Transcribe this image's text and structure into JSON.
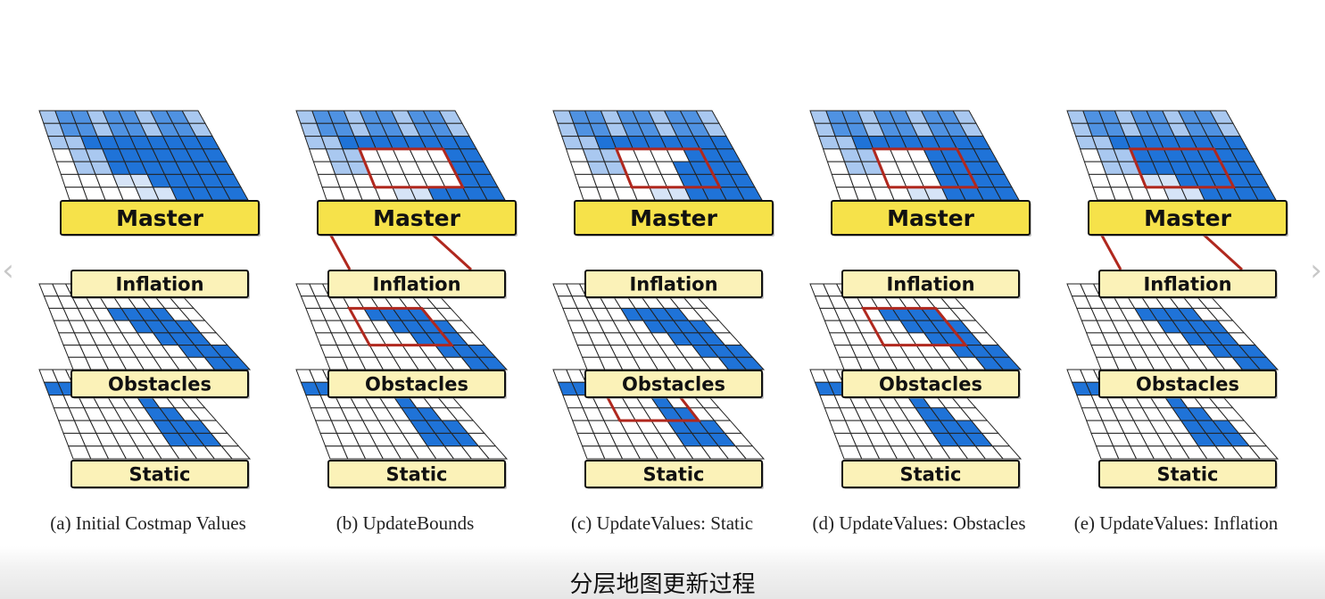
{
  "panels": [
    {
      "id": "a",
      "caption": "(a) Initial Costmap Values",
      "labels": {
        "master": "Master",
        "inflation": "Inflation",
        "obstacles": "Obstacles",
        "static": "Static"
      },
      "red_master": null,
      "red_obstacles": null,
      "red_static": null,
      "link_inflation_master": false,
      "master_mode": "full"
    },
    {
      "id": "b",
      "caption": "(b) UpdateBounds",
      "labels": {
        "master": "Master",
        "inflation": "Inflation",
        "obstacles": "Obstacles",
        "static": "Static"
      },
      "red_master": [
        3,
        3,
        8,
        6
      ],
      "red_obstacles": [
        3,
        2,
        8,
        5
      ],
      "red_static": null,
      "link_inflation_master": true,
      "master_mode": "cleared"
    },
    {
      "id": "c",
      "caption": "(c) UpdateValues: Static",
      "labels": {
        "master": "Master",
        "inflation": "Inflation",
        "obstacles": "Obstacles",
        "static": "Static"
      },
      "red_master": [
        3,
        3,
        8,
        6
      ],
      "red_obstacles": null,
      "red_static": [
        3,
        1,
        8,
        4
      ],
      "link_inflation_master": false,
      "master_mode": "static"
    },
    {
      "id": "d",
      "caption": "(d) UpdateValues: Obstacles",
      "labels": {
        "master": "Master",
        "inflation": "Inflation",
        "obstacles": "Obstacles",
        "static": "Static"
      },
      "red_master": [
        3,
        3,
        8,
        6
      ],
      "red_obstacles": [
        3,
        2,
        8,
        5
      ],
      "red_static": null,
      "link_inflation_master": false,
      "master_mode": "obstacles"
    },
    {
      "id": "e",
      "caption": "(e) UpdateValues: Inflation",
      "labels": {
        "master": "Master",
        "inflation": "Inflation",
        "obstacles": "Obstacles",
        "static": "Static"
      },
      "red_master": [
        3,
        3,
        8,
        6
      ],
      "red_obstacles": null,
      "red_static": null,
      "link_inflation_master": true,
      "master_mode": "full"
    }
  ],
  "subtitle": "分层地图更新过程",
  "navigation": {
    "prev_icon": "‹",
    "next_icon": "›"
  },
  "colors": {
    "dark_blue": "#1f73d8",
    "mid_blue": "#4f92e2",
    "light_blue": "#a9c8f0",
    "pale_blue": "#d6e4f7",
    "label_fill_master": "#f6e24a",
    "label_fill_layer": "#fbf2b8",
    "highlight_red": "#b0281e",
    "grid_line": "#222222"
  }
}
